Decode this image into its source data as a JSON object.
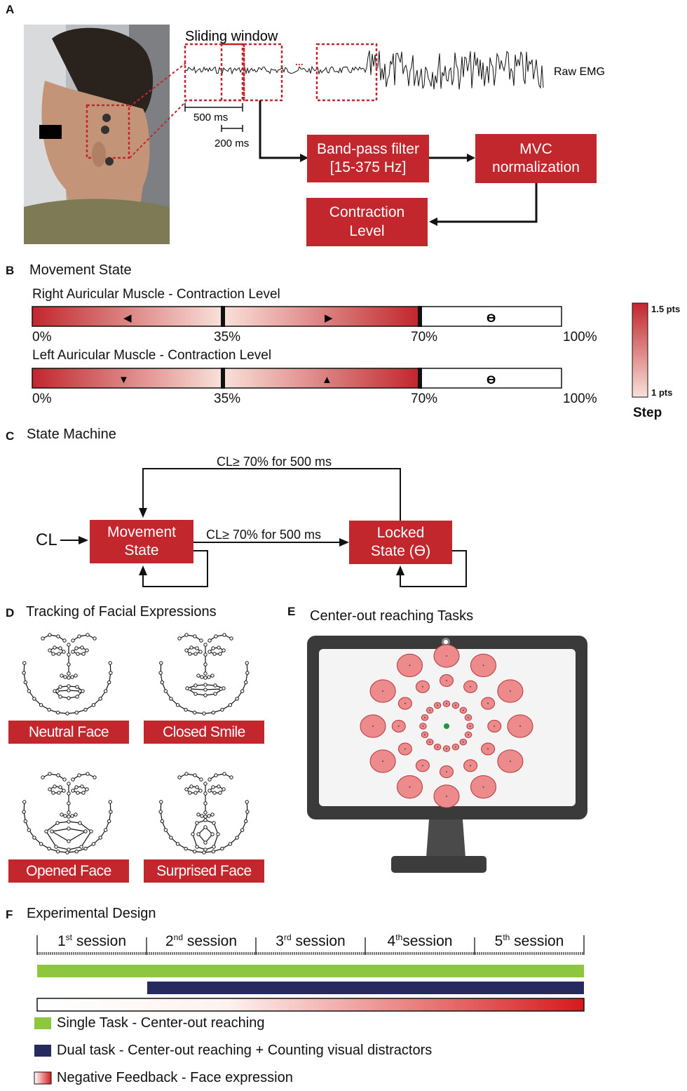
{
  "panel_letters": {
    "a": "A",
    "b": "B",
    "c": "C",
    "d": "D",
    "e": "E",
    "f": "F"
  },
  "panel_a": {
    "sliding_window": "Sliding window",
    "raw_emg": "Raw EMG",
    "ellipsis": "...",
    "window_500": "500 ms",
    "window_200": "200 ms",
    "box_bandpass": "Band-pass filter\n[15-375 Hz]",
    "box_mvc": "MVC\nnormalization",
    "box_contraction": "Contraction\nLevel"
  },
  "panel_b": {
    "title": "Movement State",
    "right_label": "Right Auricular Muscle - Contraction Level",
    "left_label": "Left Auricular Muscle  - Contraction Level",
    "ticks": [
      "0%",
      "35%",
      "70%",
      "100%"
    ],
    "right_symbols": [
      "◀",
      "▶",
      "ϴ"
    ],
    "left_symbols": [
      "▼",
      "▲",
      "ϴ"
    ],
    "colorbar_max": "1.5 pts",
    "colorbar_min": "1 pts",
    "colorbar_title": "Step",
    "colors": {
      "dark_red": "#c1272d",
      "light": "#f9e0d9"
    }
  },
  "panel_c": {
    "title": "State Machine",
    "input": "CL",
    "state_movement": "Movement\nState",
    "state_locked": "Locked\nState (ϴ)",
    "edge_top": "CL≥ 70% for 500 ms",
    "edge_mid": "CL≥ 70% for 500 ms"
  },
  "panel_d": {
    "title": "Tracking of Facial Expressions",
    "faces": [
      "Neutral Face",
      "Closed Smile",
      "Opened Face",
      "Surprised Face"
    ]
  },
  "panel_e": {
    "title": "Center-out reaching Tasks",
    "colors": {
      "target": "#ec8a8c",
      "center": "#1a9a3a",
      "screen_frame": "#3a3a3a"
    }
  },
  "panel_f": {
    "title": "Experimental Design",
    "sessions": [
      {
        "num": "1",
        "sup": "st",
        "rest": " session"
      },
      {
        "num": "2",
        "sup": "nd",
        "rest": " session"
      },
      {
        "num": "3",
        "sup": "rd",
        "rest": " session"
      },
      {
        "num": "4",
        "sup": "th",
        "rest": "session"
      },
      {
        "num": "5",
        "sup": "th",
        "rest": " session"
      }
    ],
    "legend": [
      "Single Task - Center-out reaching",
      "Dual task - Center-out reaching + Counting visual distractors",
      "Negative Feedback - Face expression"
    ],
    "colors": {
      "single": "#8dc63f",
      "dual": "#262a5e",
      "feedback_start": "#ffffff",
      "feedback_end": "#d7191c"
    }
  }
}
